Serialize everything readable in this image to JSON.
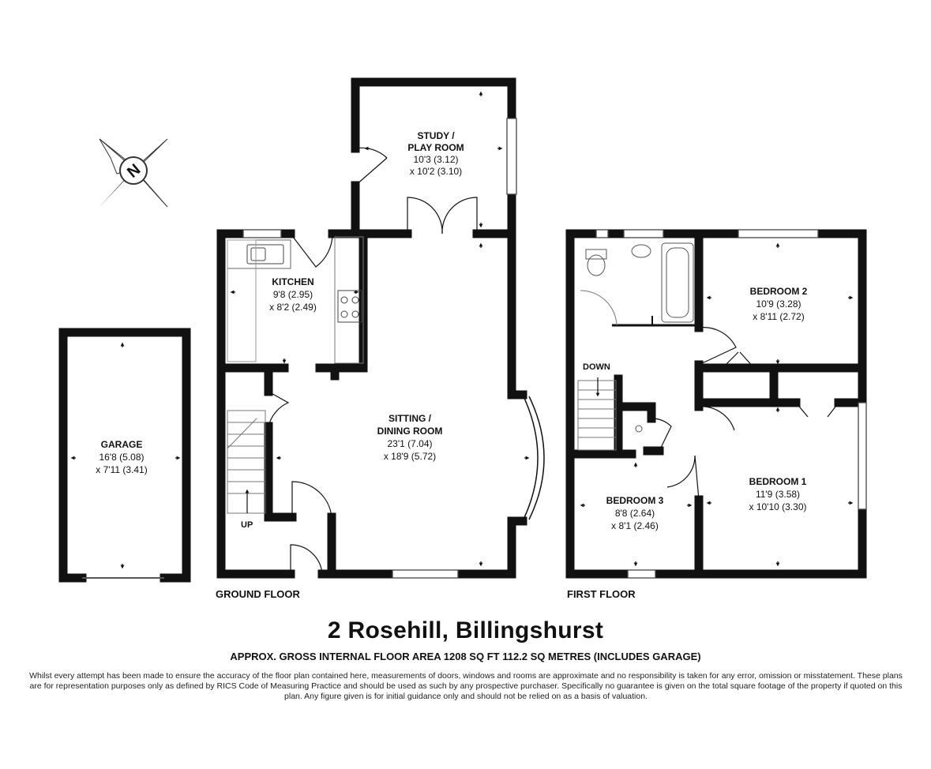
{
  "property": {
    "title": "2 Rosehill, Billingshurst",
    "area_text": "APPROX. GROSS INTERNAL FLOOR AREA 1208 SQ FT 112.2 SQ METRES (INCLUDES GARAGE)",
    "disclaimer": "Whilst every attempt has been made to ensure the accuracy of the floor plan contained here, measurements of doors, windows and rooms are approximate and no responsibility is taken for any error, omission or misstatement. These plans are for representation purposes only as defined by RICS Code of Measuring Practice and should be used as such by any prospective purchaser. Specifically no guarantee is given on the total square footage of the property if quoted on this plan. Any figure given is for initial guidance only and should not be relied on as a basis of valuation."
  },
  "compass": {
    "letter": "N",
    "icon": "north-compass-icon"
  },
  "floors": {
    "ground": {
      "label": "GROUND FLOOR"
    },
    "first": {
      "label": "FIRST FLOOR"
    }
  },
  "rooms": {
    "study": {
      "name1": "STUDY /",
      "name2": "PLAY ROOM",
      "dim1": "10'3 (3.12)",
      "dim2": "x 10'2 (3.10)"
    },
    "kitchen": {
      "name1": "KITCHEN",
      "dim1": "9'8 (2.95)",
      "dim2": "x 8'2 (2.49)"
    },
    "sitting": {
      "name1": "SITTING /",
      "name2": "DINING ROOM",
      "dim1": "23'1 (7.04)",
      "dim2": "x 18'9 (5.72)"
    },
    "garage": {
      "name1": "GARAGE",
      "dim1": "16'8 (5.08)",
      "dim2": "x 7'11 (3.41)"
    },
    "bedroom2": {
      "name1": "BEDROOM 2",
      "dim1": "10'9 (3.28)",
      "dim2": "x 8'11 (2.72)"
    },
    "bedroom1": {
      "name1": "BEDROOM 1",
      "dim1": "11'9 (3.58)",
      "dim2": "x 10'10 (3.30)"
    },
    "bedroom3": {
      "name1": "BEDROOM 3",
      "dim1": "8'8 (2.64)",
      "dim2": "x 8'1 (2.46)"
    }
  },
  "stairs": {
    "up": "UP",
    "down": "DOWN"
  }
}
